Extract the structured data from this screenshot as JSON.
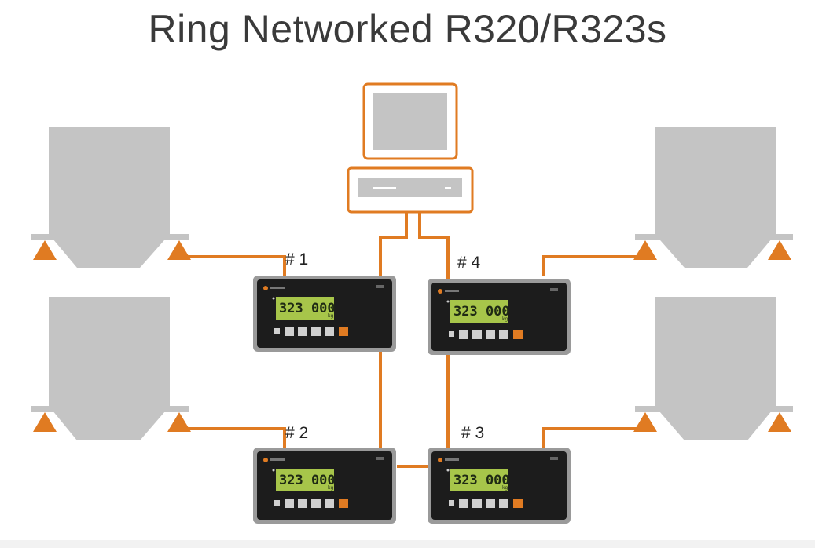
{
  "title": "Ring Networked R320/R323s",
  "colors": {
    "accent": "#e07b22",
    "silo": "#c4c4c4",
    "indicator_body": "#1c1c1c",
    "indicator_frame": "#9a9a9a",
    "lcd": "#a7c54a"
  },
  "indicators": [
    {
      "label": "# 1",
      "display": "323 000",
      "unit": "kg"
    },
    {
      "label": "# 2",
      "display": "323 000",
      "unit": "kg"
    },
    {
      "label": "# 3",
      "display": "323 000",
      "unit": "kg"
    },
    {
      "label": "# 4",
      "display": "323 000",
      "unit": "kg"
    }
  ],
  "icons": [
    "computer-icon",
    "silo-icon",
    "load-cell-icon",
    "weight-indicator-icon"
  ]
}
